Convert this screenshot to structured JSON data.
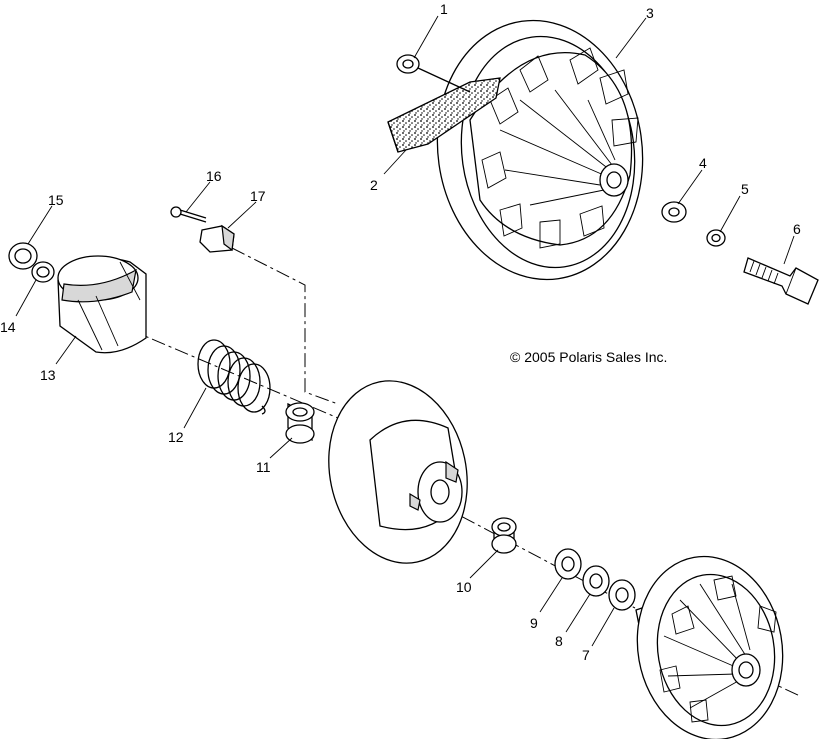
{
  "copyright": "© 2005 Polaris Sales Inc.",
  "callouts": [
    {
      "id": "c1",
      "text": "1"
    },
    {
      "id": "c2",
      "text": "2"
    },
    {
      "id": "c3",
      "text": "3"
    },
    {
      "id": "c4",
      "text": "4"
    },
    {
      "id": "c5",
      "text": "5"
    },
    {
      "id": "c6",
      "text": "6"
    },
    {
      "id": "c7",
      "text": "7"
    },
    {
      "id": "c8",
      "text": "8"
    },
    {
      "id": "c9",
      "text": "9"
    },
    {
      "id": "c10",
      "text": "10"
    },
    {
      "id": "c11",
      "text": "11"
    },
    {
      "id": "c12",
      "text": "12"
    },
    {
      "id": "c13",
      "text": "13"
    },
    {
      "id": "c14",
      "text": "14"
    },
    {
      "id": "c15",
      "text": "15"
    },
    {
      "id": "c16",
      "text": "16"
    },
    {
      "id": "c17",
      "text": "17"
    }
  ]
}
